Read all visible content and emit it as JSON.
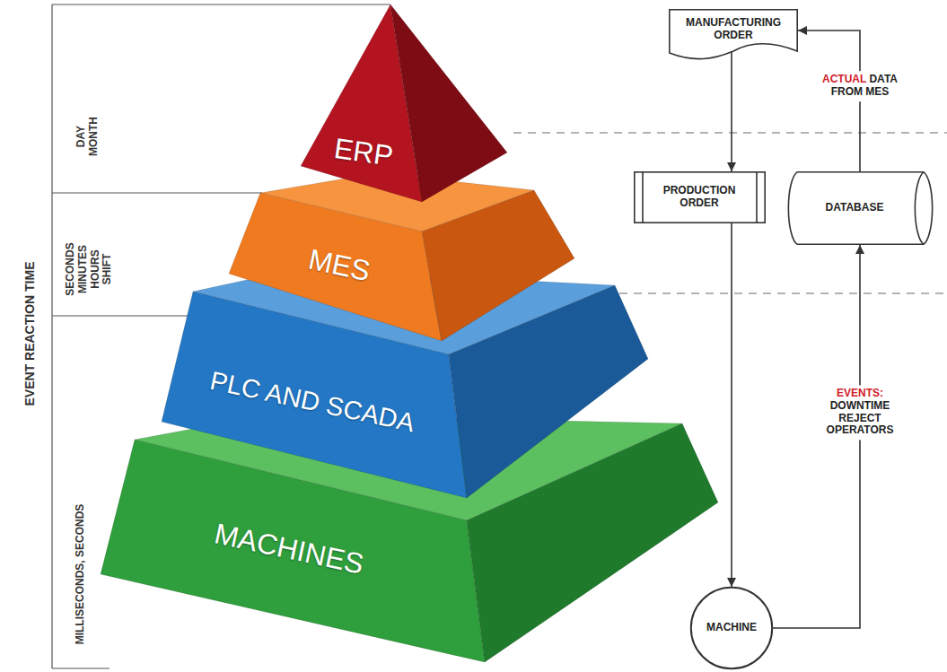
{
  "diagram": {
    "nodes": [
      {
        "text": [
          "ERP"
        ]
      },
      {
        "text": [
          "MES"
        ]
      },
      {
        "text": [
          "PLC AND SCADA"
        ]
      },
      {
        "text": [
          "MACHINES"
        ]
      },
      {
        "text": [
          "MANUFACTURING ORDER"
        ]
      },
      {
        "text": [
          "PRODUCTION ORDER"
        ]
      },
      {
        "text": [
          "DATABASE"
        ]
      },
      {
        "text": [
          "MACHINE"
        ]
      }
    ],
    "edges": [
      {
        "from": 4,
        "to": 5,
        "arrow": "to"
      },
      {
        "from": 5,
        "to": 7,
        "arrow": "to"
      },
      {
        "from": 7,
        "to": 6,
        "arrow": "to",
        "label": "EVENTS: DOWNTIME REJECT OPERATORS"
      },
      {
        "from": 6,
        "to": 4,
        "arrow": "to",
        "label": "ACTUAL DATA FROM MES"
      }
    ],
    "labels": [
      "EVENT REACTION TIME",
      "DAY MONTH",
      "SECONDS MINUTES HOURS SHIFT",
      "MILLISECONDS, SECONDS"
    ]
  }
}
